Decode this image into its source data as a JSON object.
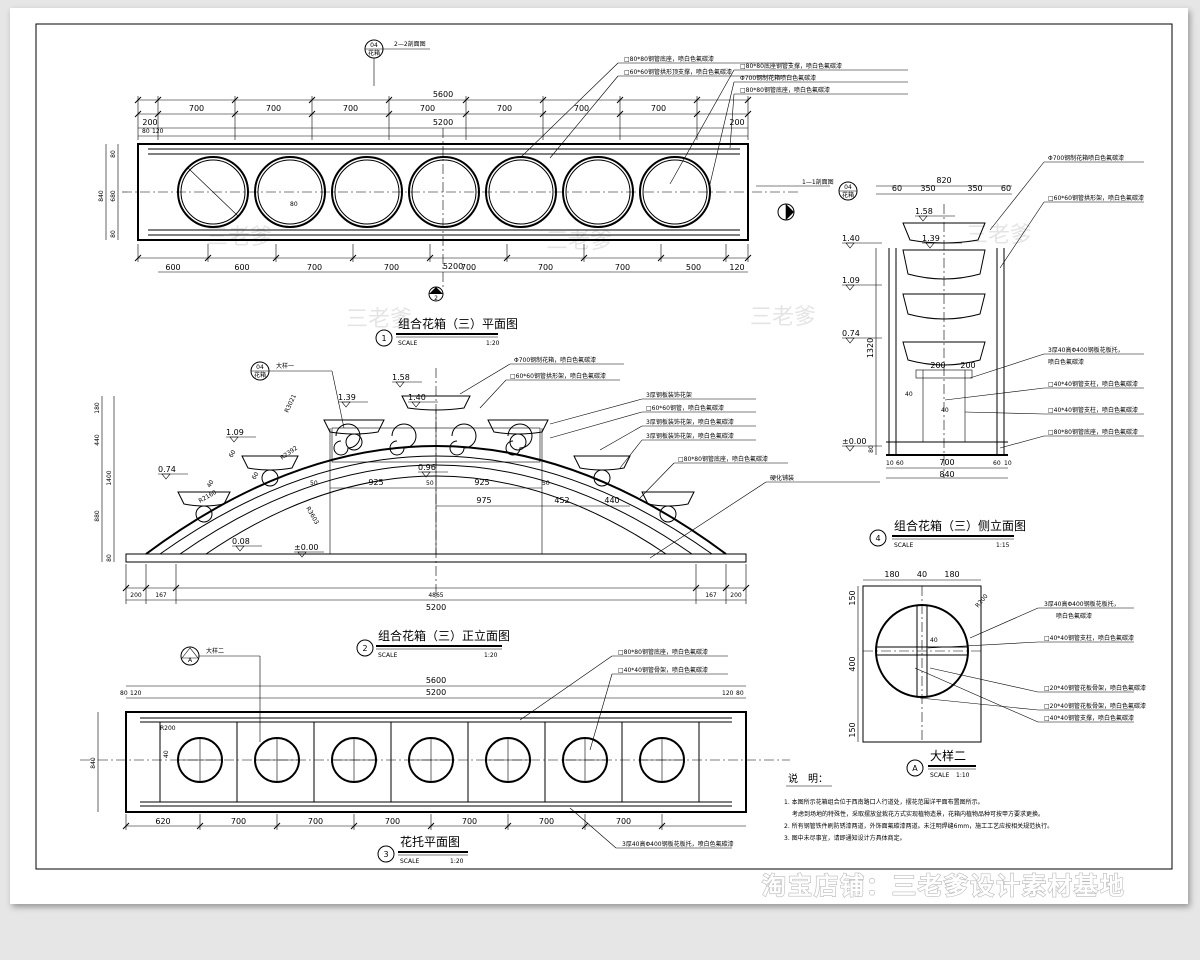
{
  "plan": {
    "title": "组合花箱（三）平面图",
    "num": "1",
    "scale_word": "SCALE",
    "scale": "1:20",
    "overall": "5600",
    "inner": "5200",
    "d200a": "200",
    "d200b": "200",
    "d80": "80",
    "d120": "120",
    "top_dims": [
      "700",
      "700",
      "700",
      "700",
      "700",
      "700",
      "700"
    ],
    "bottom_dims": [
      "600",
      "600",
      "700",
      "700",
      "700",
      "700",
      "700",
      "500",
      "120"
    ],
    "bottom_total": "5200",
    "left_dims": [
      "840",
      "680",
      "80",
      "80"
    ],
    "mid_dim": "80",
    "section_mark_top": "2—2剖面图",
    "section_tag": "04",
    "section_tag_sub": "花箱",
    "section_mark_right": "1—1剖面图",
    "notes": [
      "□80*80钢管底座，喷白色氟碳漆",
      "□60*60钢管拱形顶支撑，喷白色氟碳漆",
      "□80*80底座钢管支撑，喷白色氟碳漆",
      "Φ700钢制花箱喷白色氟碳漆",
      "□80*80钢管底座，喷白色氟碳漆"
    ]
  },
  "side": {
    "title": "组合花箱（三）侧立面图",
    "num": "4",
    "scale_word": "SCALE",
    "scale": "1:15",
    "top_total": "820",
    "top_dims": [
      "60",
      "350",
      "350",
      "60"
    ],
    "levels": [
      "1.58",
      "1.39",
      "1.40",
      "1.09",
      "0.74",
      "±0.00"
    ],
    "height": "1320",
    "h80": "80",
    "h40": "40",
    "w200a": "200",
    "w200b": "200",
    "w40": "40",
    "bottom_dims": [
      "10",
      "60",
      "700",
      "60",
      "10"
    ],
    "bottom_total": "840",
    "notes": [
      "Φ700钢制花箱喷白色氟碳漆",
      "□60*60钢管拱形架，喷白色氟碳漆",
      "3厚40高Φ400钢板花板托，",
      "喷白色氟碳漆",
      "□40*40钢管支柱，喷白色氟碳漆",
      "□40*40钢管支柱，喷白色氟碳漆",
      "□80*80钢管底座，喷白色氟碳漆"
    ]
  },
  "front": {
    "title": "组合花箱（三）正立面图",
    "num": "2",
    "scale_word": "SCALE",
    "scale": "1:20",
    "detail_tag": "04",
    "detail_tag_sub": "花箱",
    "detail_label": "大样一",
    "levels": [
      "1.58",
      "1.40",
      "1.39",
      "1.09",
      "0.74",
      "0.96",
      "0.08",
      "±0.00"
    ],
    "left_dims": [
      "180",
      "440",
      "880",
      "1400",
      "80"
    ],
    "radii": [
      "R3021",
      "R2392",
      "R3603",
      "R2160"
    ],
    "dims": [
      "925",
      "925",
      "975",
      "452",
      "440",
      "50",
      "50",
      "50",
      "50"
    ],
    "small_dims": [
      "60",
      "40",
      "60"
    ],
    "bottom_dims": [
      "200",
      "167",
      "4865",
      "167",
      "200"
    ],
    "bottom_total": "5200",
    "notes": [
      "Φ700钢制花箱，喷白色氟碳漆",
      "□60*60钢管拱形架，喷白色氟碳漆",
      "3厚钢板装饰花架",
      "□60*60钢管，喷白色氟碳漆",
      "3厚钢板装饰花架，喷白色氟碳漆",
      "3厚钢板装饰花架，喷白色氟碳漆",
      "□80*80钢管底座，喷白色氟碳漆",
      "硬化铺装"
    ]
  },
  "tray": {
    "title": "花托平面图",
    "num": "3",
    "scale_word": "SCALE",
    "scale": "1:20",
    "detail_tag": "A",
    "detail_label": "大样二",
    "overall": "5600",
    "inner": "5200",
    "l80": "80",
    "l120": "120",
    "r120": "120",
    "r80": "80",
    "left_h": "840",
    "r200": "R200",
    "d40": "40",
    "bottom_dims": [
      "620",
      "700",
      "700",
      "700",
      "700",
      "700",
      "700"
    ],
    "notes": [
      "□80*80钢管底座，喷白色氟碳漆",
      "□40*40钢管骨架，喷白色氟碳漆",
      "3厚40高Φ400钢板花板托，喷白色氟碳漆"
    ]
  },
  "detailA": {
    "title": "大样二",
    "tag": "A",
    "scale_word": "SCALE",
    "scale": "1:10",
    "top_dims": [
      "180",
      "40",
      "180"
    ],
    "left_dims": [
      "150",
      "400",
      "150"
    ],
    "r": "R200",
    "c40": "40",
    "notes": [
      "3厚40高Φ400钢板花板托，",
      "喷白色氟碳漆",
      "□40*40钢管支柱，喷白色氟碳漆",
      "□20*40钢管花板骨架，喷白色氟碳漆",
      "□20*40钢管花板骨架，喷白色氟碳漆",
      "□40*40钢管支撑，喷白色氟碳漆"
    ]
  },
  "remarks": {
    "heading": "说　明：",
    "lines": [
      "1. 本图所示花箱组合位于西南路口人行道处，摆花范围详平面布置图所示。",
      "考虑到场地的特殊性，采取摆放盆栽花方式实现植物造景，花箱内植物品种可按甲方要求更换。",
      "2. 所有钢管铁件刷防锈漆两道，外饰面氟碳漆两道。未注明焊缝6mm，施工工艺应按相关规范执行。",
      "3. 图中未尽事宜，请即通知设计方具体商定。"
    ]
  },
  "watermark": "三老爹",
  "banner": "淘宝店铺：三老爹设计素材基地"
}
